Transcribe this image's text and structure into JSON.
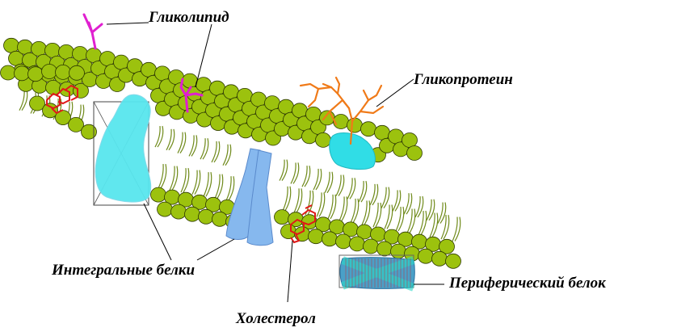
{
  "labels": {
    "glycolipid": "Гликолипид",
    "glycoprotein": "Гликопротеин",
    "integral_proteins": "Интегральные белки",
    "peripheral_protein": "Периферический белок",
    "cholesterol": "Холестерол"
  },
  "colors": {
    "lipid_head": "#9cc20e",
    "lipid_head_stroke": "#2e3a00",
    "lipid_tail": "#6f8a1a",
    "glycolipid_chain": "#e020d0",
    "glycoprotein_chain": "#f07a18",
    "integral_protein_cyan": "#58e6ee",
    "integral_protein_blue": "#86b8ee",
    "peripheral_protein": "#4aa0c8",
    "glycoprotein_body": "#30dde6",
    "cholesterol": "#e01818",
    "label_line": "#000000"
  }
}
